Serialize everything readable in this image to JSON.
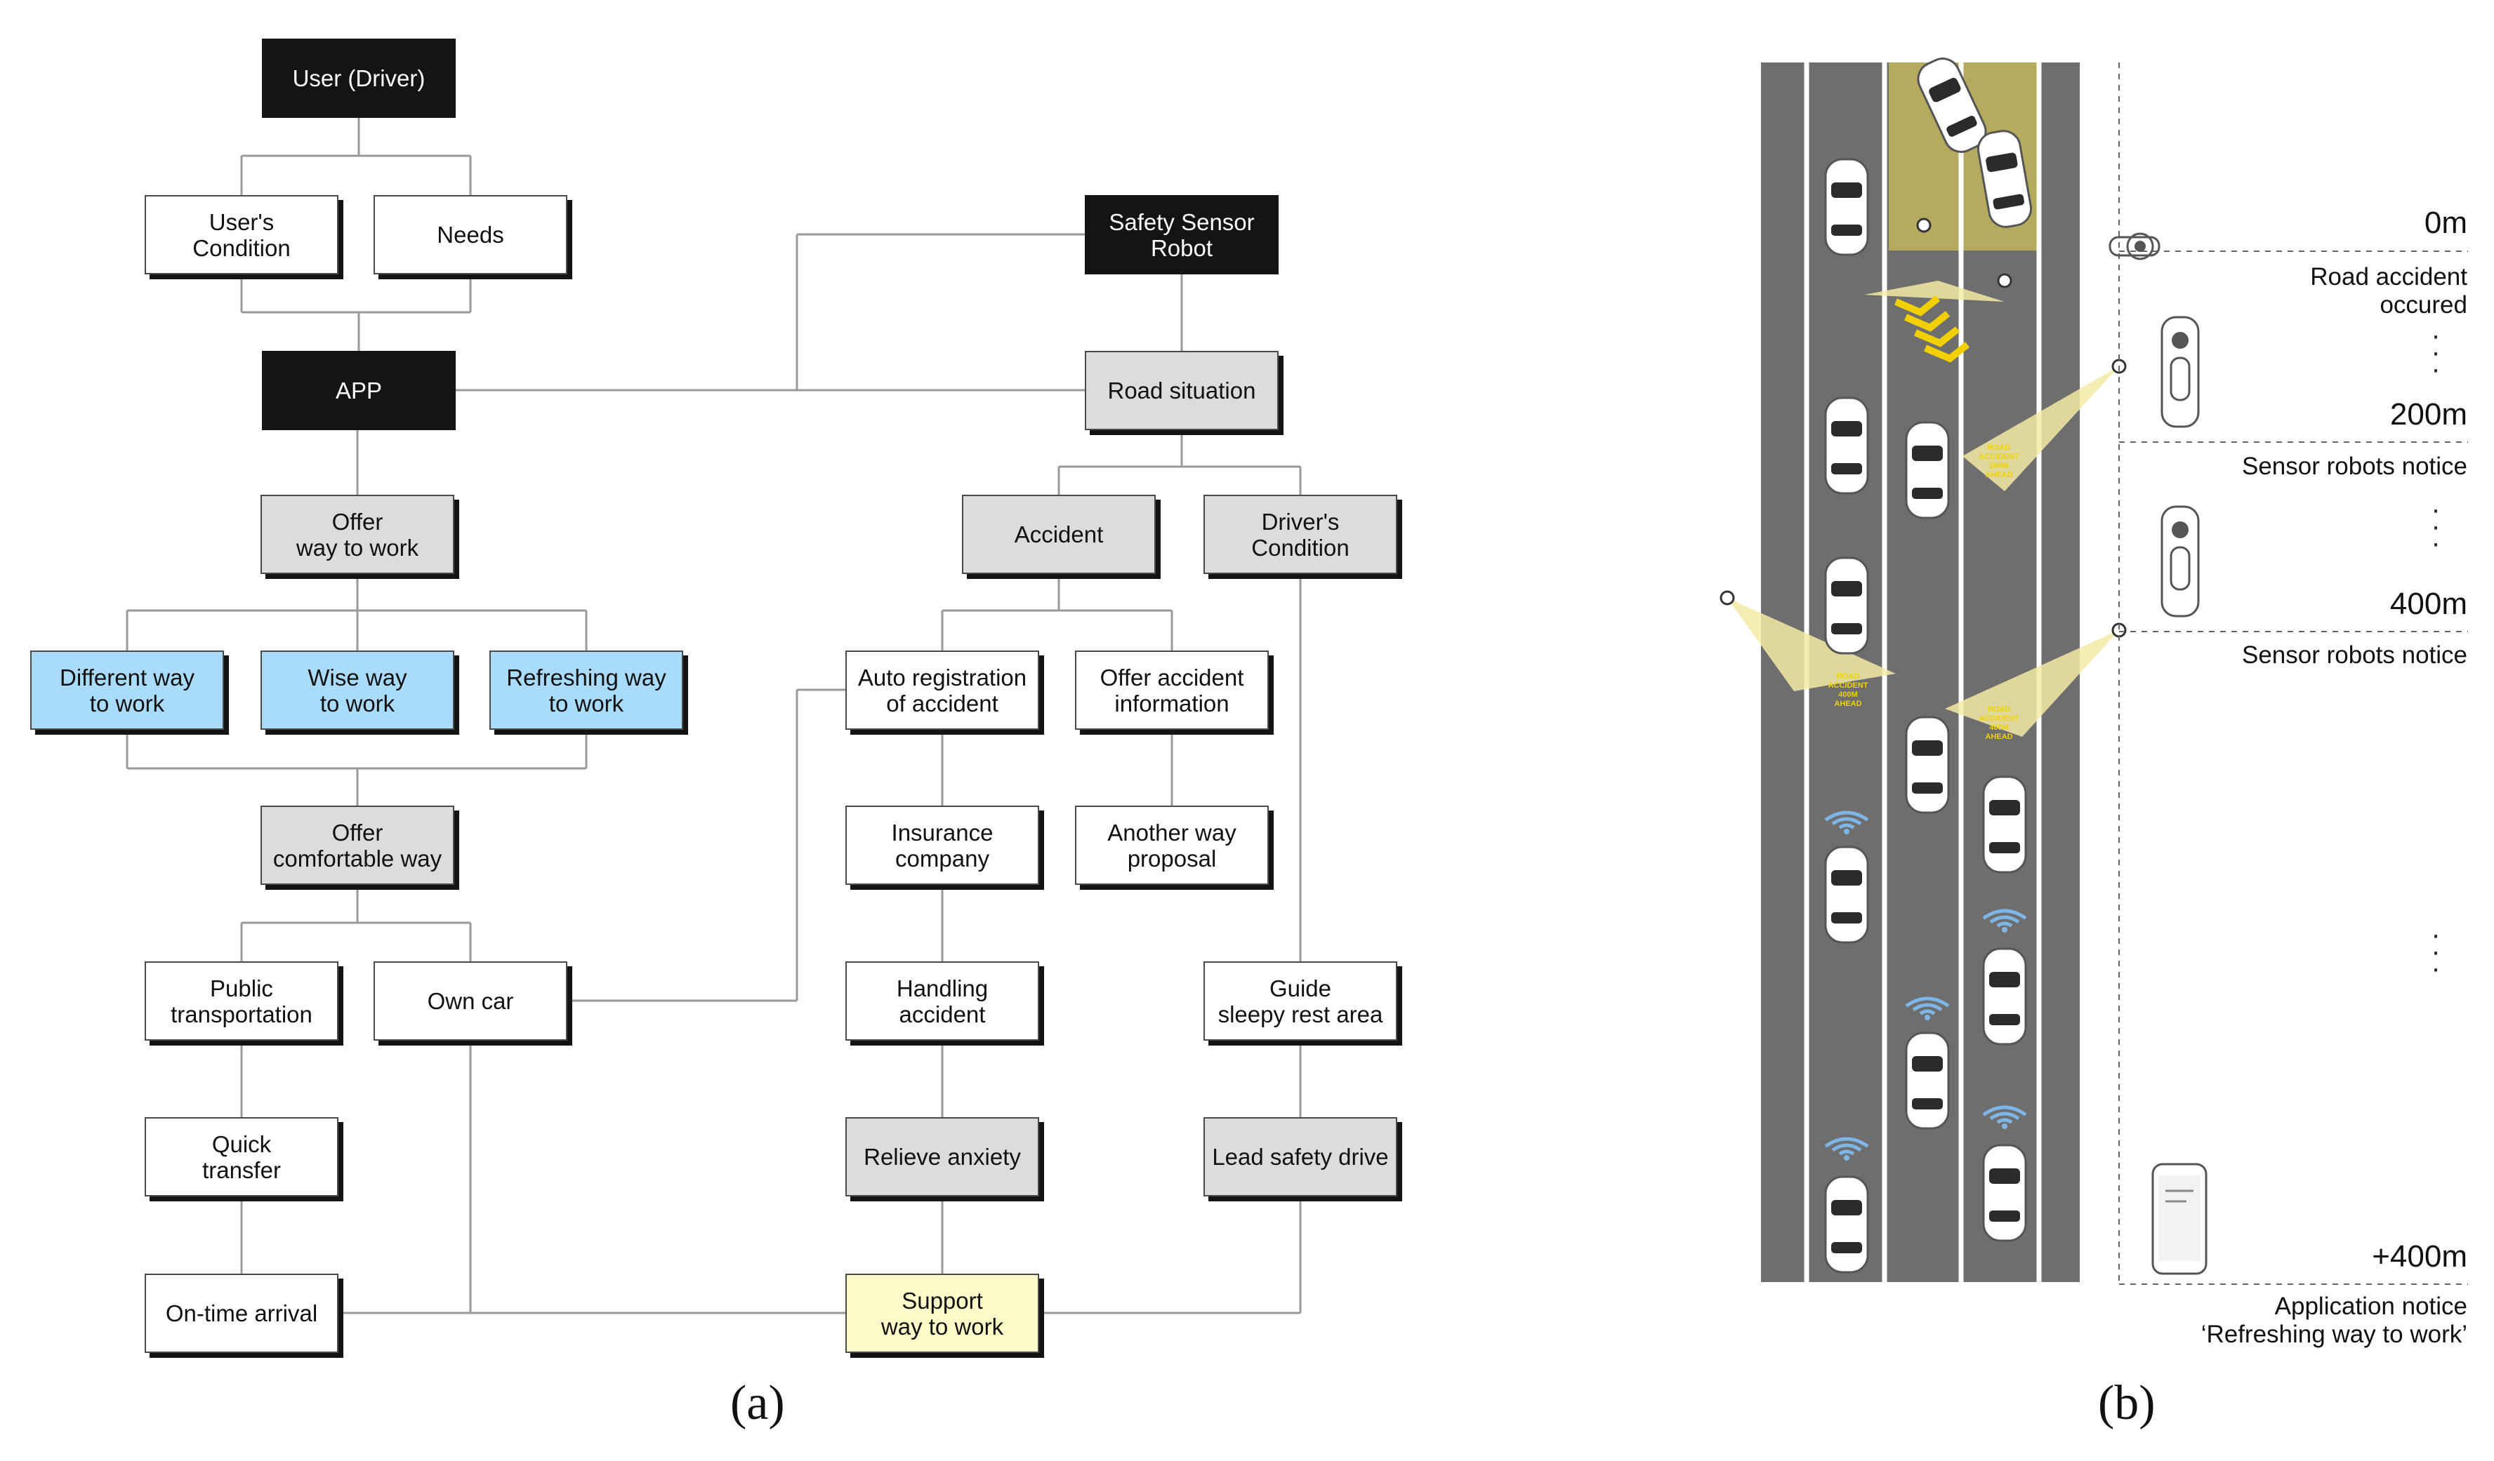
{
  "diagram_a": {
    "caption": "(a)",
    "nodes": {
      "user_driver": "User (Driver)",
      "users_condition": "User's\nCondition",
      "needs": "Needs",
      "app": "APP",
      "safety_sensor_robot": "Safety Sensor\nRobot",
      "road_situation": "Road situation",
      "offer_way_to_work": "Offer\nway to work",
      "different_way": "Different way\nto work",
      "wise_way": "Wise way\nto work",
      "refreshing_way": "Refreshing way\nto work",
      "offer_comfortable_way": "Offer\ncomfortable way",
      "public_transportation": "Public\ntransportation",
      "own_car": "Own car",
      "quick_transfer": "Quick\ntransfer",
      "on_time_arrival": "On-time arrival",
      "accident": "Accident",
      "drivers_condition": "Driver's\nCondition",
      "auto_registration": "Auto registration\nof accident",
      "offer_accident_info": "Offer accident\ninformation",
      "insurance_company": "Insurance\ncompany",
      "another_way": "Another way\nproposal",
      "handling_accident": "Handling\naccident",
      "guide_sleepy": "Guide\nsleepy rest area",
      "relieve_anxiety": "Relieve anxiety",
      "lead_safety_drive": "Lead safety drive",
      "support_way": "Support\nway to work"
    },
    "colors": {
      "black": "#141414",
      "gray": "#dcdcdc",
      "blue": "#a9dcfb",
      "yellow": "#fdfbc7",
      "white": "#ffffff"
    }
  },
  "diagram_b": {
    "caption": "(b)",
    "distances": {
      "d0": "0m",
      "d200": "200m",
      "d400": "400m",
      "dplus400": "+400m"
    },
    "notes": {
      "road_accident": "Road accident\noccured",
      "sensor_notice_1": "Sensor robots notice",
      "sensor_notice_2": "Sensor robots notice",
      "app_notice": "Application notice\n‘Refreshing way to work’"
    },
    "road_signs": {
      "sign_200": "ROAD\nACCIDENT\n200M\nAHEAD",
      "sign_400_left": "ROAD\nACCIDENT\n400M\nAHEAD",
      "sign_400_right": "ROAD\nACCIDENT\n400M\nAHEAD"
    },
    "colors": {
      "road": "#6e6e6e",
      "accident_zone": "#b5ab5e",
      "signal_beam": "#f3eaa4",
      "chevron": "#f2d000",
      "wifi": "#7fb6e8"
    }
  }
}
